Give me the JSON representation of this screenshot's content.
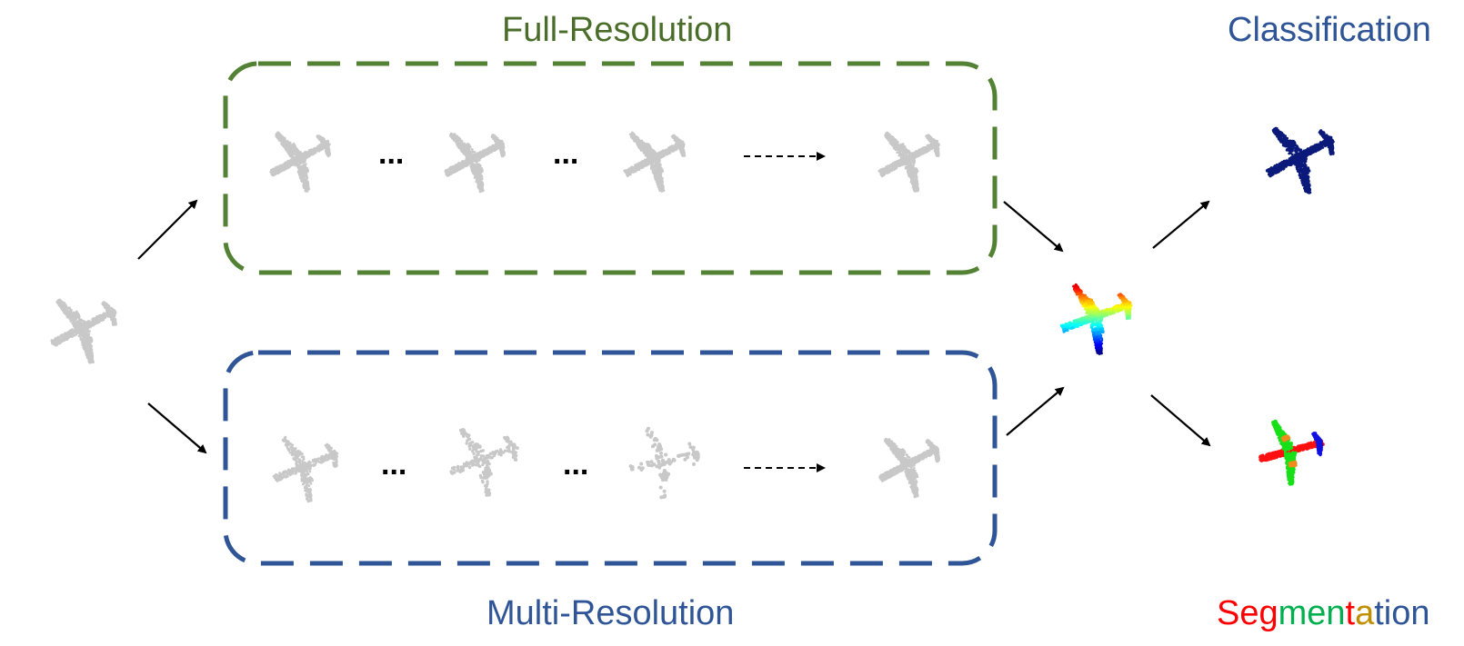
{
  "titles": {
    "full_resolution": "Full-Resolution",
    "multi_resolution": "Multi-Resolution",
    "classification": "Classification"
  },
  "segmentation_title": [
    {
      "text": "Seg",
      "color": "#ff0000"
    },
    {
      "text": "men",
      "color": "#00b050"
    },
    {
      "text": "t",
      "color": "#ff0000"
    },
    {
      "text": "a",
      "color": "#bf8f00"
    },
    {
      "text": "tion",
      "color": "#2f5597"
    }
  ],
  "ellipsis": "...",
  "colors": {
    "full_box": "#548235",
    "multi_box": "#2f5597",
    "gray_points": "#c8c8c8",
    "classification_points": "#0b1a7a",
    "arrow": "#000000"
  },
  "segmentation_part_colors": {
    "fuselage": "#ff1010",
    "wings": "#18e018",
    "tail": "#1010e0",
    "engines": "#f08c1e"
  },
  "multi_resolution_sample_densities": [
    0.45,
    0.22,
    0.09
  ]
}
